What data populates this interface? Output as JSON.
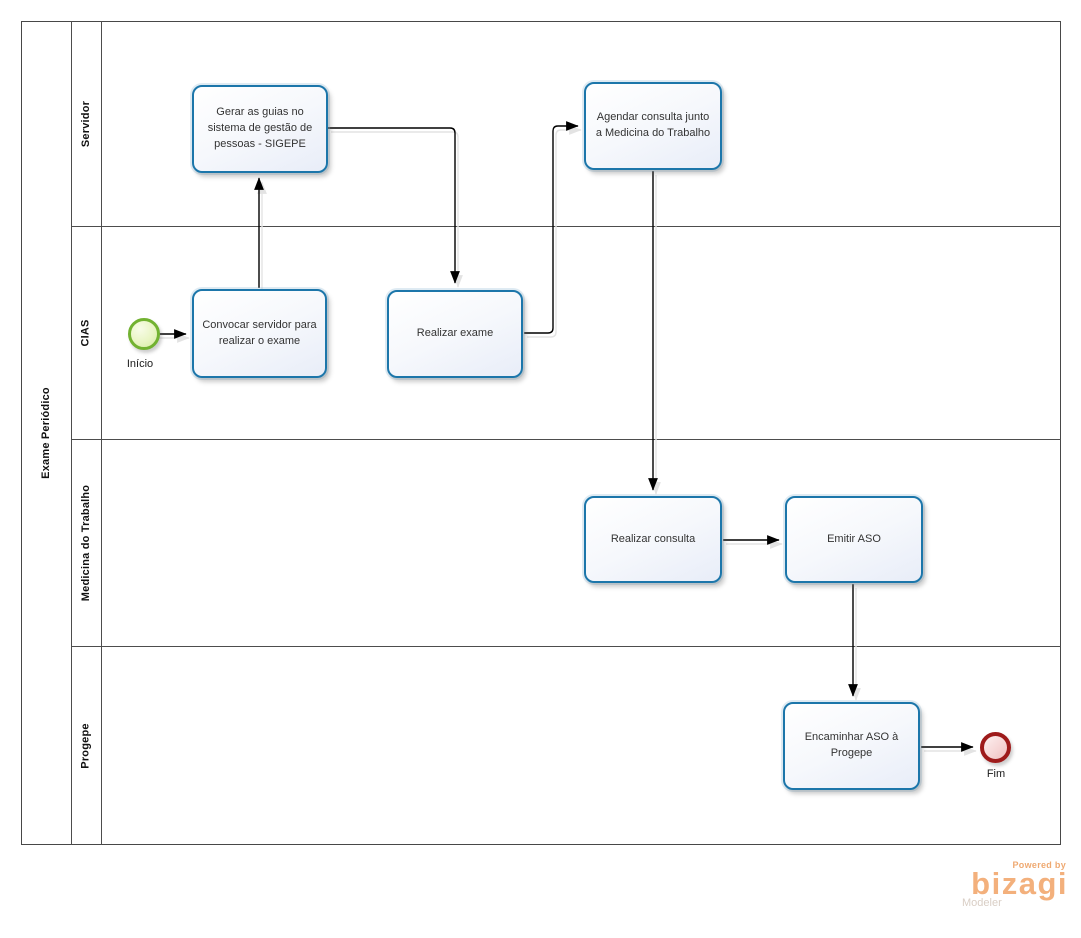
{
  "pool": {
    "title": "Exame Periódico"
  },
  "lanes": [
    {
      "label": "Servidor"
    },
    {
      "label": "CIAS"
    },
    {
      "label": "Medicina do Trabalho"
    },
    {
      "label": "Progepe"
    }
  ],
  "tasks": [
    {
      "label": "Gerar as guias  no sistema de gestão de pessoas -  SIGEPE",
      "lane": "Servidor"
    },
    {
      "label": "Agendar consulta junto a Medicina do Trabalho",
      "lane": "Servidor"
    },
    {
      "label": "Convocar servidor para realizar o exame",
      "lane": "CIAS"
    },
    {
      "label": "Realizar exame",
      "lane": "CIAS"
    },
    {
      "label": "Realizar consulta",
      "lane": "Medicina do Trabalho"
    },
    {
      "label": "Emitir ASO",
      "lane": "Medicina do Trabalho"
    },
    {
      "label": "Encaminhar ASO à Progepe",
      "lane": "Progepe"
    }
  ],
  "events": {
    "start": {
      "label": "Início"
    },
    "end": {
      "label": "Fim"
    }
  },
  "logo": {
    "powered_by": "Powered by",
    "brand": "bizagi",
    "subtitle": "Modeler"
  },
  "colors": {
    "task_border": "#1c76aa",
    "task_fill_bottom": "#e8edf8",
    "start_event_green": "#72b231",
    "end_event_red": "#9e1b1b",
    "connector": "#000000",
    "lane_line": "#4d4d4d",
    "logo_orange": "#f3b07c",
    "logo_modeler_gray": "#d9cec5"
  }
}
